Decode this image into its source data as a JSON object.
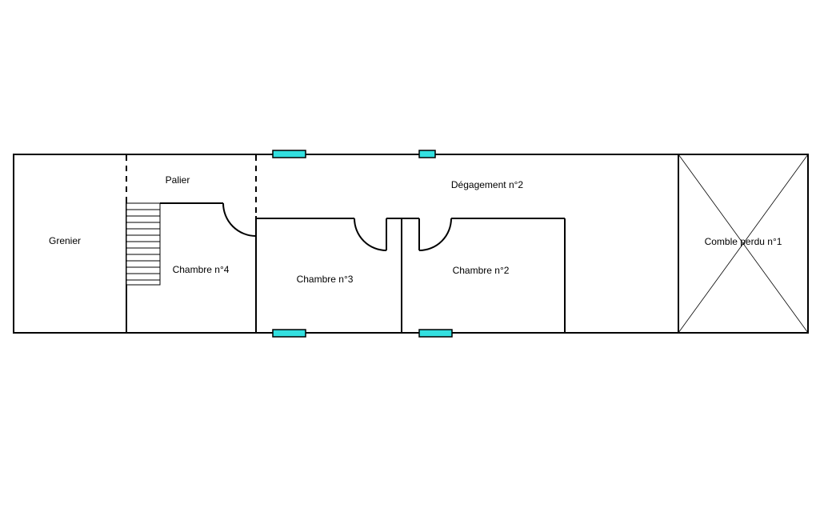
{
  "colors": {
    "wall": "#000000",
    "window": "#33e0e0",
    "background": "#ffffff"
  },
  "rooms": {
    "grenier": "Grenier",
    "palier": "Palier",
    "chambre4": "Chambre n°4",
    "chambre3": "Chambre n°3",
    "chambre2": "Chambre n°2",
    "degagement2": "Dégagement n°2",
    "comble1": "Comble perdu n°1"
  }
}
